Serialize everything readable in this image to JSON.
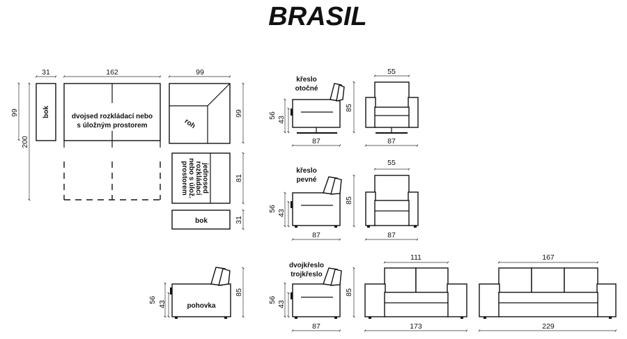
{
  "title": "BRASIL",
  "colors": {
    "line": "#111111",
    "background": "#ffffff"
  },
  "sofa_sections": {
    "bok_top_label": "bok",
    "sofa_label_line1": "dvojsed rozkládací nebo",
    "sofa_label_line2": "s úložným prostorem",
    "roh_label": "roh",
    "single_label_lines": [
      "jednosed",
      "rozkládací",
      "nebo s úlož.",
      "prostorem"
    ],
    "bok_bottom_label": "bok",
    "dims": {
      "bok_width": "31",
      "sofa_width": "162",
      "roh_width": "99",
      "depth_left": "99",
      "total_depth": "200",
      "roh_depth": "99",
      "single_depth": "81",
      "bok_depth": "31"
    }
  },
  "pohovka": {
    "label": "pohovka",
    "seat_height": "56",
    "seat_frame": "43",
    "height": "85"
  },
  "kreslo_otocne": {
    "label_line1": "křeslo",
    "label_line2": "otočné",
    "seat_height": "56",
    "seat_frame": "43",
    "height": "85",
    "depth": "87",
    "front_top": "55",
    "front_width": "87"
  },
  "kreslo_pevne": {
    "label_line1": "křeslo",
    "label_line2": "pevné",
    "seat_height": "56",
    "seat_frame": "43",
    "height": "85",
    "depth": "87",
    "front_top": "55",
    "front_width": "87"
  },
  "dvojkreslo": {
    "label_line1": "dvojkřeslo",
    "label_line2": "trojkřeslo",
    "seat_height": "56",
    "seat_frame": "43",
    "height": "85",
    "depth": "87",
    "two_seat_top": "111",
    "two_seat_width": "173",
    "three_seat_top": "167",
    "three_seat_width": "229"
  }
}
